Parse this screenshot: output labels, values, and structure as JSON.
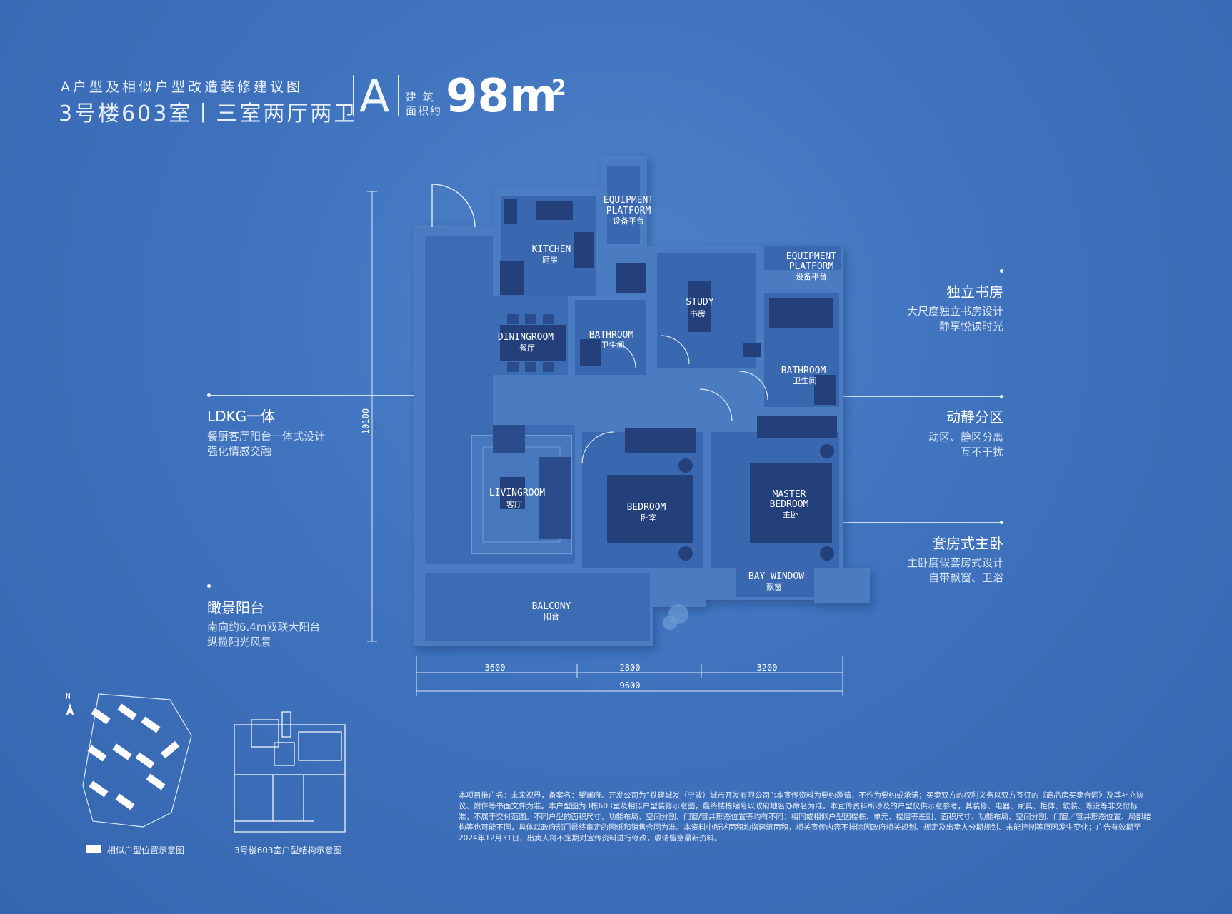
{
  "header": {
    "subtitle": "A户型及相似户型改造装修建议图",
    "title": "3号楼603室丨三室两厅两卫",
    "unit_letter": "A",
    "area_label": "建 筑 面积约",
    "area_value": "98m",
    "area_sup": "2"
  },
  "callouts": {
    "study": {
      "title": "独立书房",
      "line1": "大尺度独立书房设计",
      "line2": "静享悦读时光"
    },
    "zoning": {
      "title": "动静分区",
      "line1": "动区、静区分离",
      "line2": "互不干扰"
    },
    "master": {
      "title": "套房式主卧",
      "line1": "主卧度假套房式设计",
      "line2": "自带飘窗、卫浴"
    },
    "ldkg": {
      "title": "LDKG一体",
      "line1": "餐厨客厅阳台一体式设计",
      "line2": "强化情感交融"
    },
    "balcony": {
      "title": "瞰景阳台",
      "line1": "南向约6.4m双联大阳台",
      "line2": "纵揽阳光风景"
    }
  },
  "rooms": {
    "equip1_en1": "EQUIPMENT",
    "equip1_en2": "PLATFORM",
    "equip1_cn": "设备平台",
    "kitchen_en": "KITCHEN",
    "kitchen_cn": "厨房",
    "equip2_en1": "EQUIPMENT",
    "equip2_en2": "PLATFORM",
    "equip2_cn": "设备平台",
    "study_en": "STUDY",
    "study_cn": "书房",
    "dining_en": "DININGROOM",
    "dining_cn": "餐厅",
    "bath1_en": "BATHROOM",
    "bath1_cn": "卫生间",
    "bath2_en": "BATHROOM",
    "bath2_cn": "卫生间",
    "living_en": "LIVINGROOM",
    "living_cn": "客厅",
    "bedroom_en": "BEDROOM",
    "bedroom_cn": "卧室",
    "master_en1": "MASTER",
    "master_en2": "BEDROOM",
    "master_cn": "主卧",
    "bay_en": "BAY WINDOW",
    "bay_cn": "飘窗",
    "balcony_en": "BALCONY",
    "balcony_cn": "阳台"
  },
  "dimensions": {
    "height": "10100",
    "w1": "3600",
    "w2": "2800",
    "w3": "3200",
    "total": "9600"
  },
  "north": "N",
  "captions": {
    "site": "相似户型位置示意图",
    "structure": "3号楼603室户型结构示意图"
  },
  "disclaimer": "本项目推广名：未来视界，备案名：望澜府。开发公司为“铁建城发（宁波）城市开发有限公司”;本宣传资料为要约邀请，不作为要约或承诺；买卖双方的权利义务以双方签订的《商品房买卖合同》及其补充协议、附件等书面文件为准。本户型图为3栋603室及相似户型装修示意图，最终楼栋编号以政府地名办命名为准。本宣传资料所涉及的户型仅供示意参考，其装修、电器、家具、柜体、软装、陈设等非交付标准，不属于交付范围。不同户型的面积尺寸、功能布局、空间分割、门窗/管井形态位置等均有不同；相同或相似户型因楼栋、单元、楼层等差别，面积尺寸、功能布局、空间分割、门窗／管井形态位置、局部结构等也可能不同，具体以政府部门最终审定的图纸和销售合同为准。本资料中所述面积均指建筑面积，相关宣传内容不排除因政府相关规划、规定及出卖人分期规划、未能控制等原因发生变化；广告有效期至2024年12月31日，出卖人将不定期对宣传资料进行修改，敬请留意最新资料。",
  "colors": {
    "background": "#3f72bd",
    "wall": "#4d7fc4",
    "room_dark": "#2e5496",
    "furniture": "#23407a"
  }
}
